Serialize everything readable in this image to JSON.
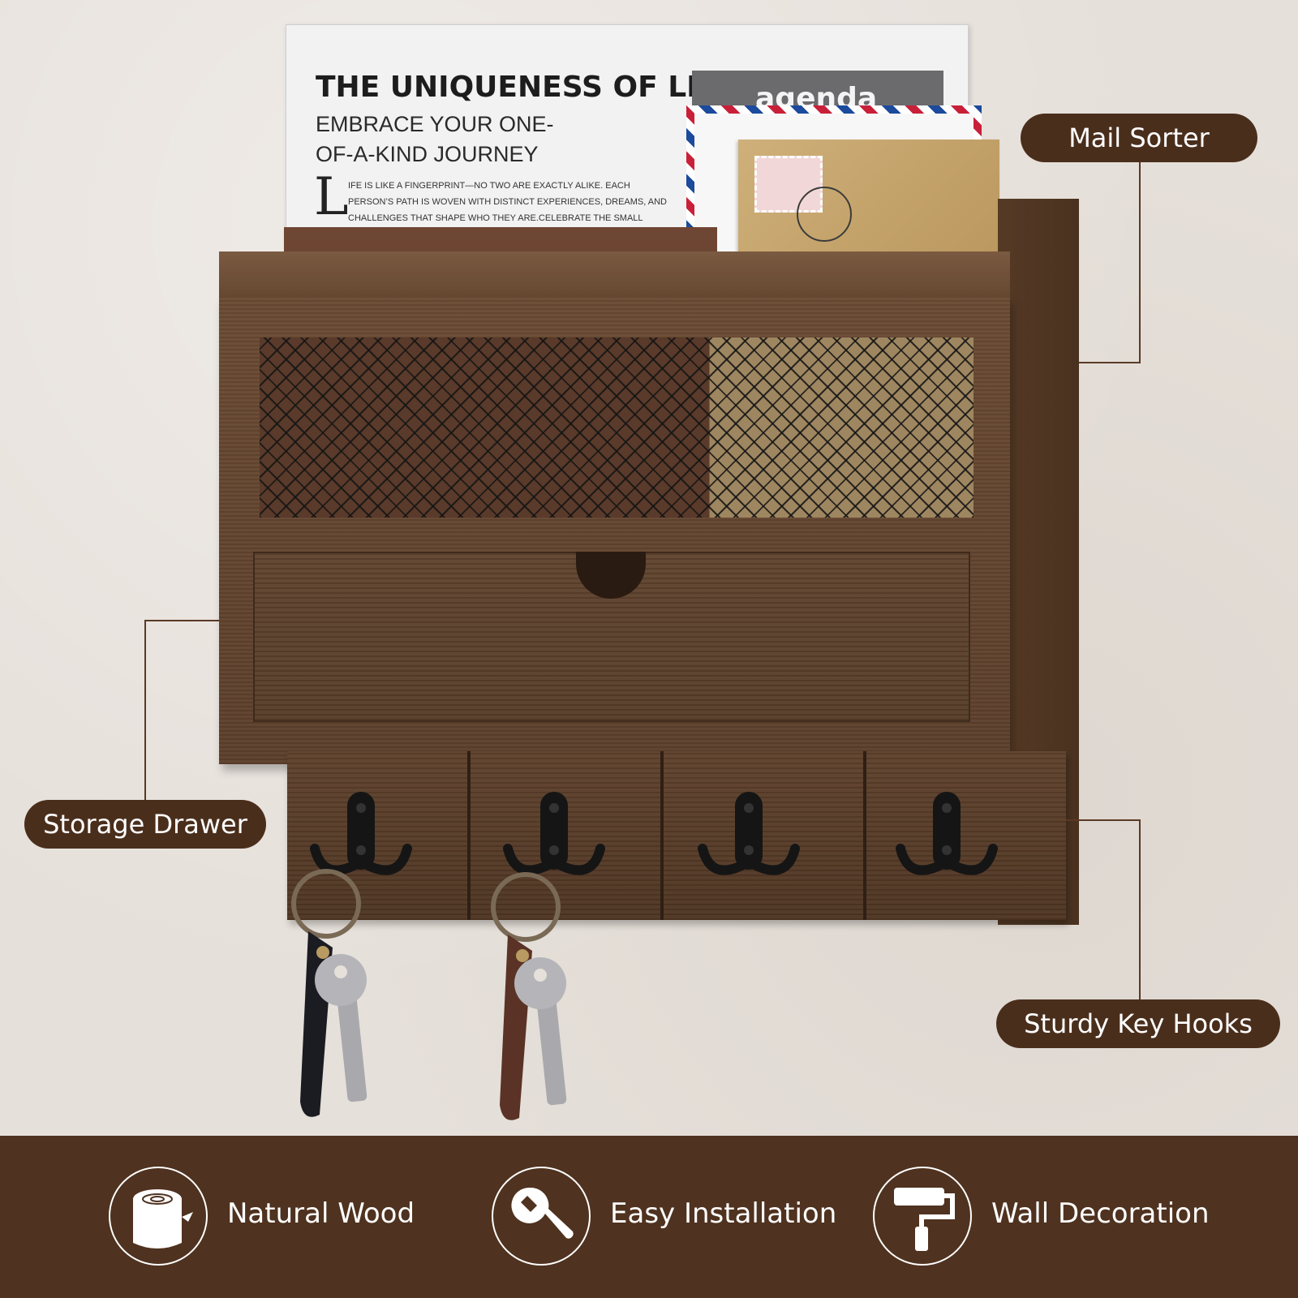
{
  "magazine": {
    "title": "THE UNIQUENESS OF LIFE",
    "subtitle": "EMBRACE YOUR ONE-OF-A-KIND JOURNEY",
    "dropcap": "L",
    "body": "IFE IS LIKE A FINGERPRINT—NO TWO ARE EXACTLY ALIKE. EACH PERSON’S PATH IS WOVEN WITH DISTINCT EXPERIENCES, DREAMS, AND CHALLENGES THAT SHAPE WHO THEY ARE.CELEBRATE THE SMALL VICTORIES, LEARN FROM SETBACKS.",
    "agenda": "agenda"
  },
  "callouts": {
    "mail_sorter": "Mail Sorter",
    "storage_drawer": "Storage Drawer",
    "key_hooks": "Sturdy Key Hooks"
  },
  "features": [
    {
      "label": "Natural Wood",
      "icon": "wood-log-icon"
    },
    {
      "label": "Easy Installation",
      "icon": "wrench-icon"
    },
    {
      "label": "Wall Decoration",
      "icon": "paint-roller-icon"
    }
  ],
  "colors": {
    "band": "#4f321f",
    "callout": "#4a2e1c",
    "wood": "#5b3f2b",
    "wall": "#e6e0da"
  }
}
